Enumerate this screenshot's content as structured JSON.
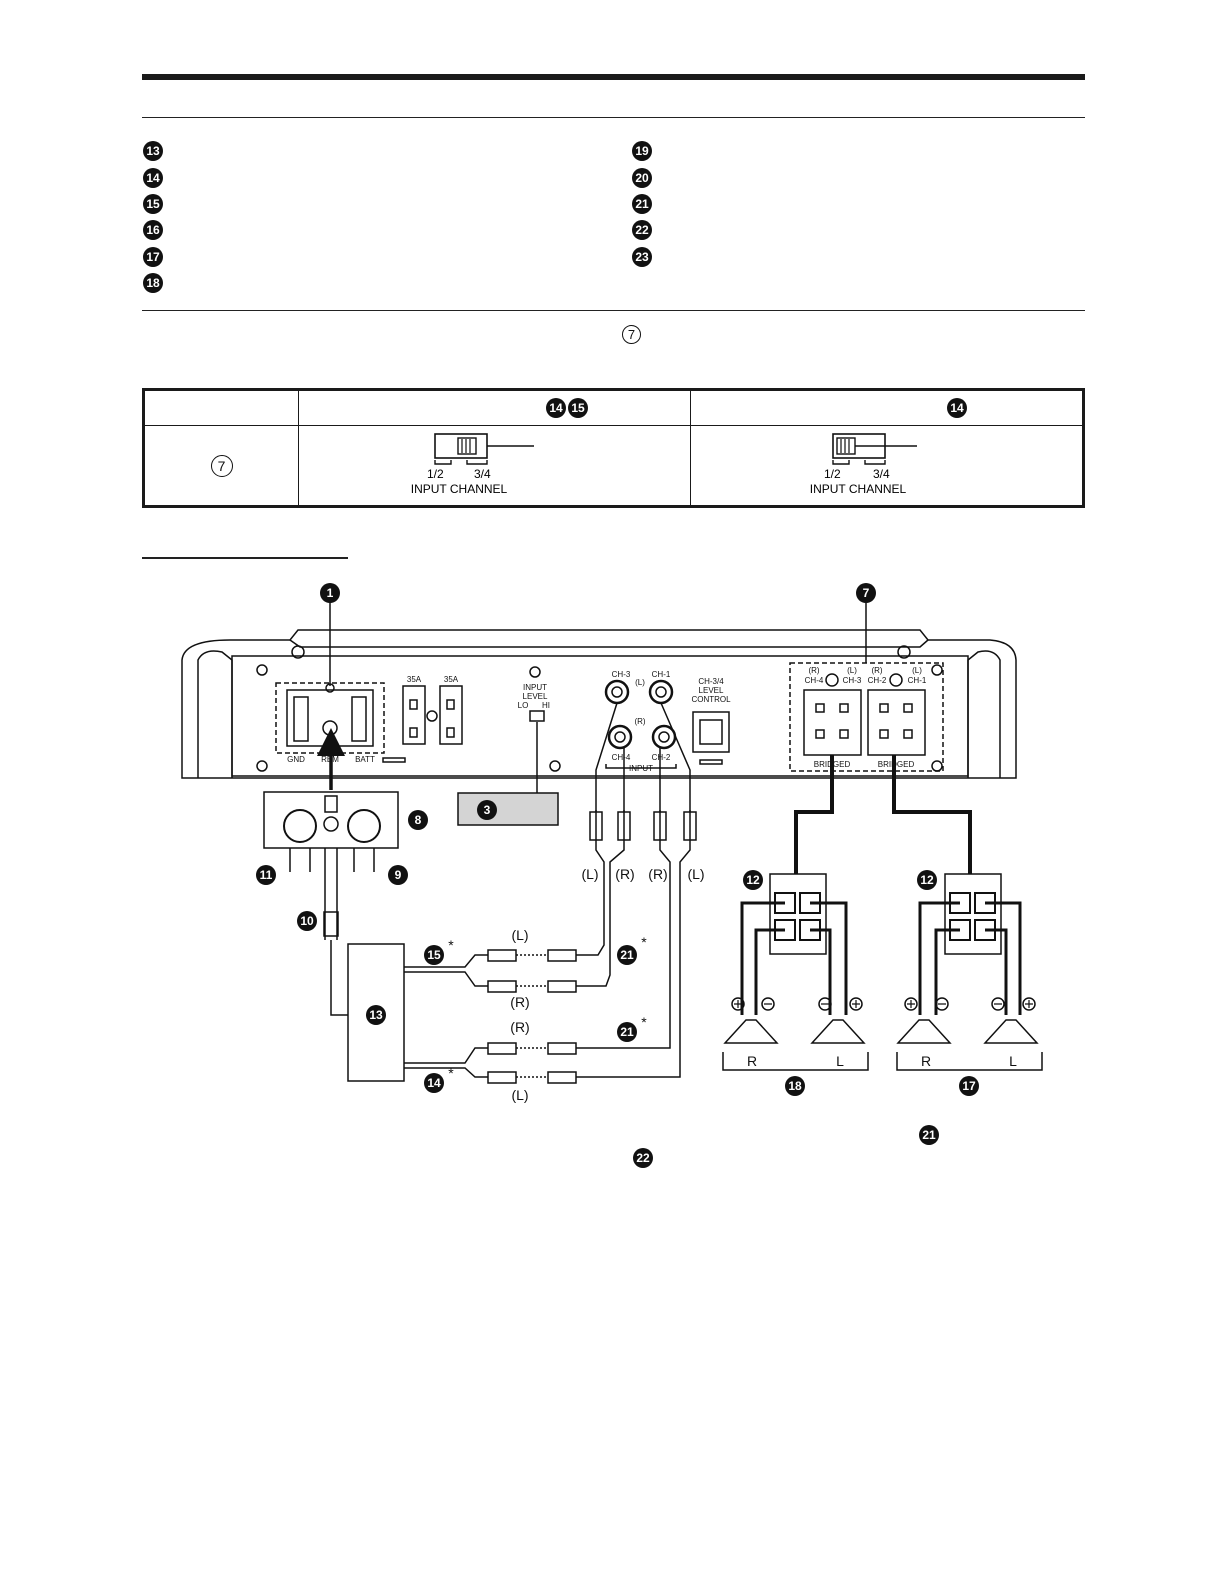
{
  "legend_left": [
    "13",
    "14",
    "15",
    "16",
    "17",
    "18"
  ],
  "legend_right": [
    "19",
    "20",
    "21",
    "22",
    "23"
  ],
  "note_ref": "7",
  "switch_table": {
    "col2_badges": [
      "14",
      "15"
    ],
    "col3_badge": "14",
    "row_badge": "7",
    "switch_left_label": "1/2",
    "switch_right_label": "3/4",
    "switch_caption": "INPUT CHANNEL"
  },
  "diagram": {
    "callouts": {
      "c1": "1",
      "c3": "3",
      "c7": "7",
      "c8": "8",
      "c9": "9",
      "c10": "10",
      "c11": "11",
      "c12a": "12",
      "c12b": "12",
      "c13": "13",
      "c14": "14",
      "c15": "15",
      "c17": "17",
      "c18": "18",
      "c21a": "21",
      "c21b": "21",
      "c21c": "21",
      "c22": "22"
    },
    "amp_labels": {
      "fuse1": "35A",
      "fuse2": "35A",
      "gnd": "GND",
      "rem": "REM",
      "batt": "BATT",
      "input_level": "INPUT",
      "input_level2": "LEVEL",
      "lo": "LO",
      "hi": "HI",
      "ch3": "CH-3",
      "ch1": "CH-1",
      "ch4": "CH-4",
      "ch2": "CH-2",
      "ch_l": "(L)",
      "ch_r": "(R)",
      "input": "INPUT",
      "level_ctrl1": "CH-3/4",
      "level_ctrl2": "LEVEL",
      "level_ctrl3": "CONTROL",
      "sp_r1": "(R)",
      "sp_l1": "(L)",
      "sp_r2": "(R)",
      "sp_l2": "(L)",
      "sp_ch4": "CH-4",
      "sp_ch3": "CH-3",
      "sp_ch2": "CH-2",
      "sp_ch1": "CH-1",
      "bridged": "BRIDGED"
    },
    "wire_labels": {
      "rca_l1": "(L)",
      "rca_r1": "(R)",
      "rca_r2": "(R)",
      "rca_l2": "(L)",
      "src_l1": "(L)",
      "src_r1": "(R)",
      "src_r2": "(R)",
      "src_l2": "(L)",
      "asterisk": "*",
      "spk_r1": "R",
      "spk_l1": "L",
      "spk_r2": "R",
      "spk_l2": "L"
    }
  }
}
